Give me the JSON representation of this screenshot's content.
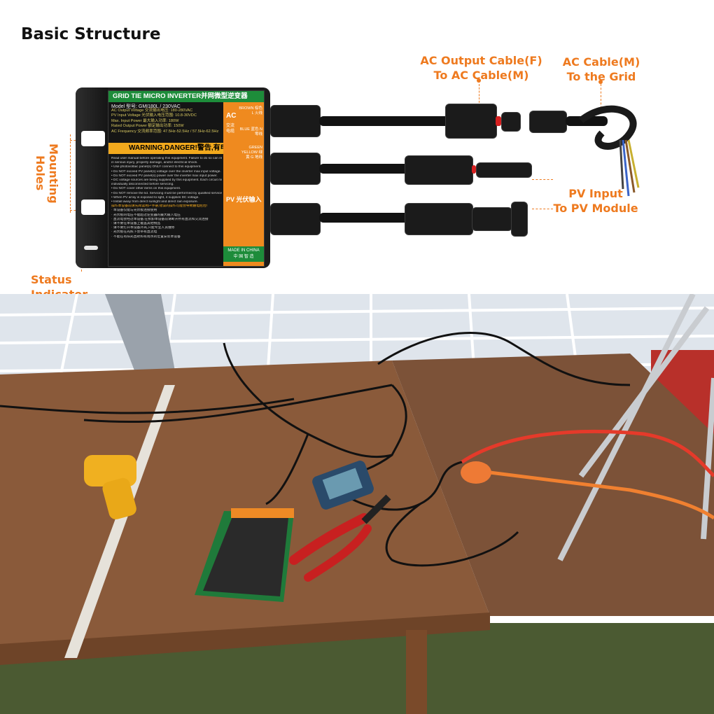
{
  "header": {
    "title": "Basic Structure"
  },
  "callouts": {
    "ac_output": "AC Output Cable(F)\nTo AC Cable(M)",
    "ac_output_line1": "AC Output Cable(F)",
    "ac_output_line2": "To AC Cable(M)",
    "ac_cable_line1": "AC Cable(M)",
    "ac_cable_line2": "To the Grid",
    "mounting_holes": "Mounting Holes",
    "pv_input_line1": "PV Input",
    "pv_input_line2": "To PV Module",
    "status_indicator": "Status Indicator"
  },
  "device_label": {
    "title": "GRID TIE MICRO INVERTER并网微型逆变器",
    "model": "Model 型号: GMI180L / 230VAC",
    "specs": [
      "AC Output Voltage 交流输出电压: 180-280VAC",
      "PV Input Voltage 光伏输入电压范围: 10.8-30VDC",
      "Max. Input Power 最大输入功率: 180W",
      "Rated Output Power 额定输出功率: 150W",
      "AC Frequency 交流频率范围: 47.5Hz-52.5Hz / 57.5Hz-62.5Hz"
    ],
    "warning": "WARNING,DANGER!警告,有电危险!",
    "fine_print": [
      "Read user manual before operating this equipment. Failure to do so can result",
      "in serious injury, property damage, and/or electrical shock.",
      "• Use photovoltaic panel(s) ONLY connect to this equipment.",
      "• Do NOT exceed PV panel(s) voltage over the inverter max input voltage.",
      "• Do NOT exceed PV panel(s) power over the inverter max input power.",
      "• DC voltage sources are being supplied by this equipment. Each circuit must be",
      "individually disconnected before servicing.",
      "• Do NOT cover other items on this equipment.",
      "• Do NOT remove the lid. Servicing must be performed by qualified service.",
      "• When PV array is exposed to light, it supplies DC voltage.",
      "• Install away from direct sunlight and direct rain exposure.",
      "操作本设备前请先阅读用户手册,错误的操作可能会导致触电危险!",
      "· 本设备仅能与光伏板连接使用",
      "· 光伏板的电压不能超过逆变器的最大输入电压",
      "· 直流电会经过本设备,在拆卸本设备前请断开所有直流和交流连接",
      "· 请不要在本设备上覆盖其他物品",
      "· 请不要打开本设备外壳,只能专业人员维修",
      "· 光伏板在光照下会带有直流电",
      "· 不能在有阳光直射和有雨水的位置安装本设备"
    ],
    "ac_label": "AC",
    "ac_cn": "交流电缆",
    "wires": [
      "BROWN 棕色 L 火线",
      "BLUE 蓝色 N 零线",
      "GREEN YELLOW 绿黄 G 地线"
    ],
    "pv_label": "PV 光伏输入",
    "made_in": "MADE IN CHINA",
    "made_in_cn": "中 国 智 造",
    "minus": "−",
    "plus": "+"
  },
  "colors": {
    "accent": "#ee7a1f",
    "green": "#1d8c3a",
    "orange_panel": "#ef8a1f"
  },
  "icons": [
    "warning-triangle-icon",
    "no-cover-icon",
    "mounting-hole-icon"
  ]
}
